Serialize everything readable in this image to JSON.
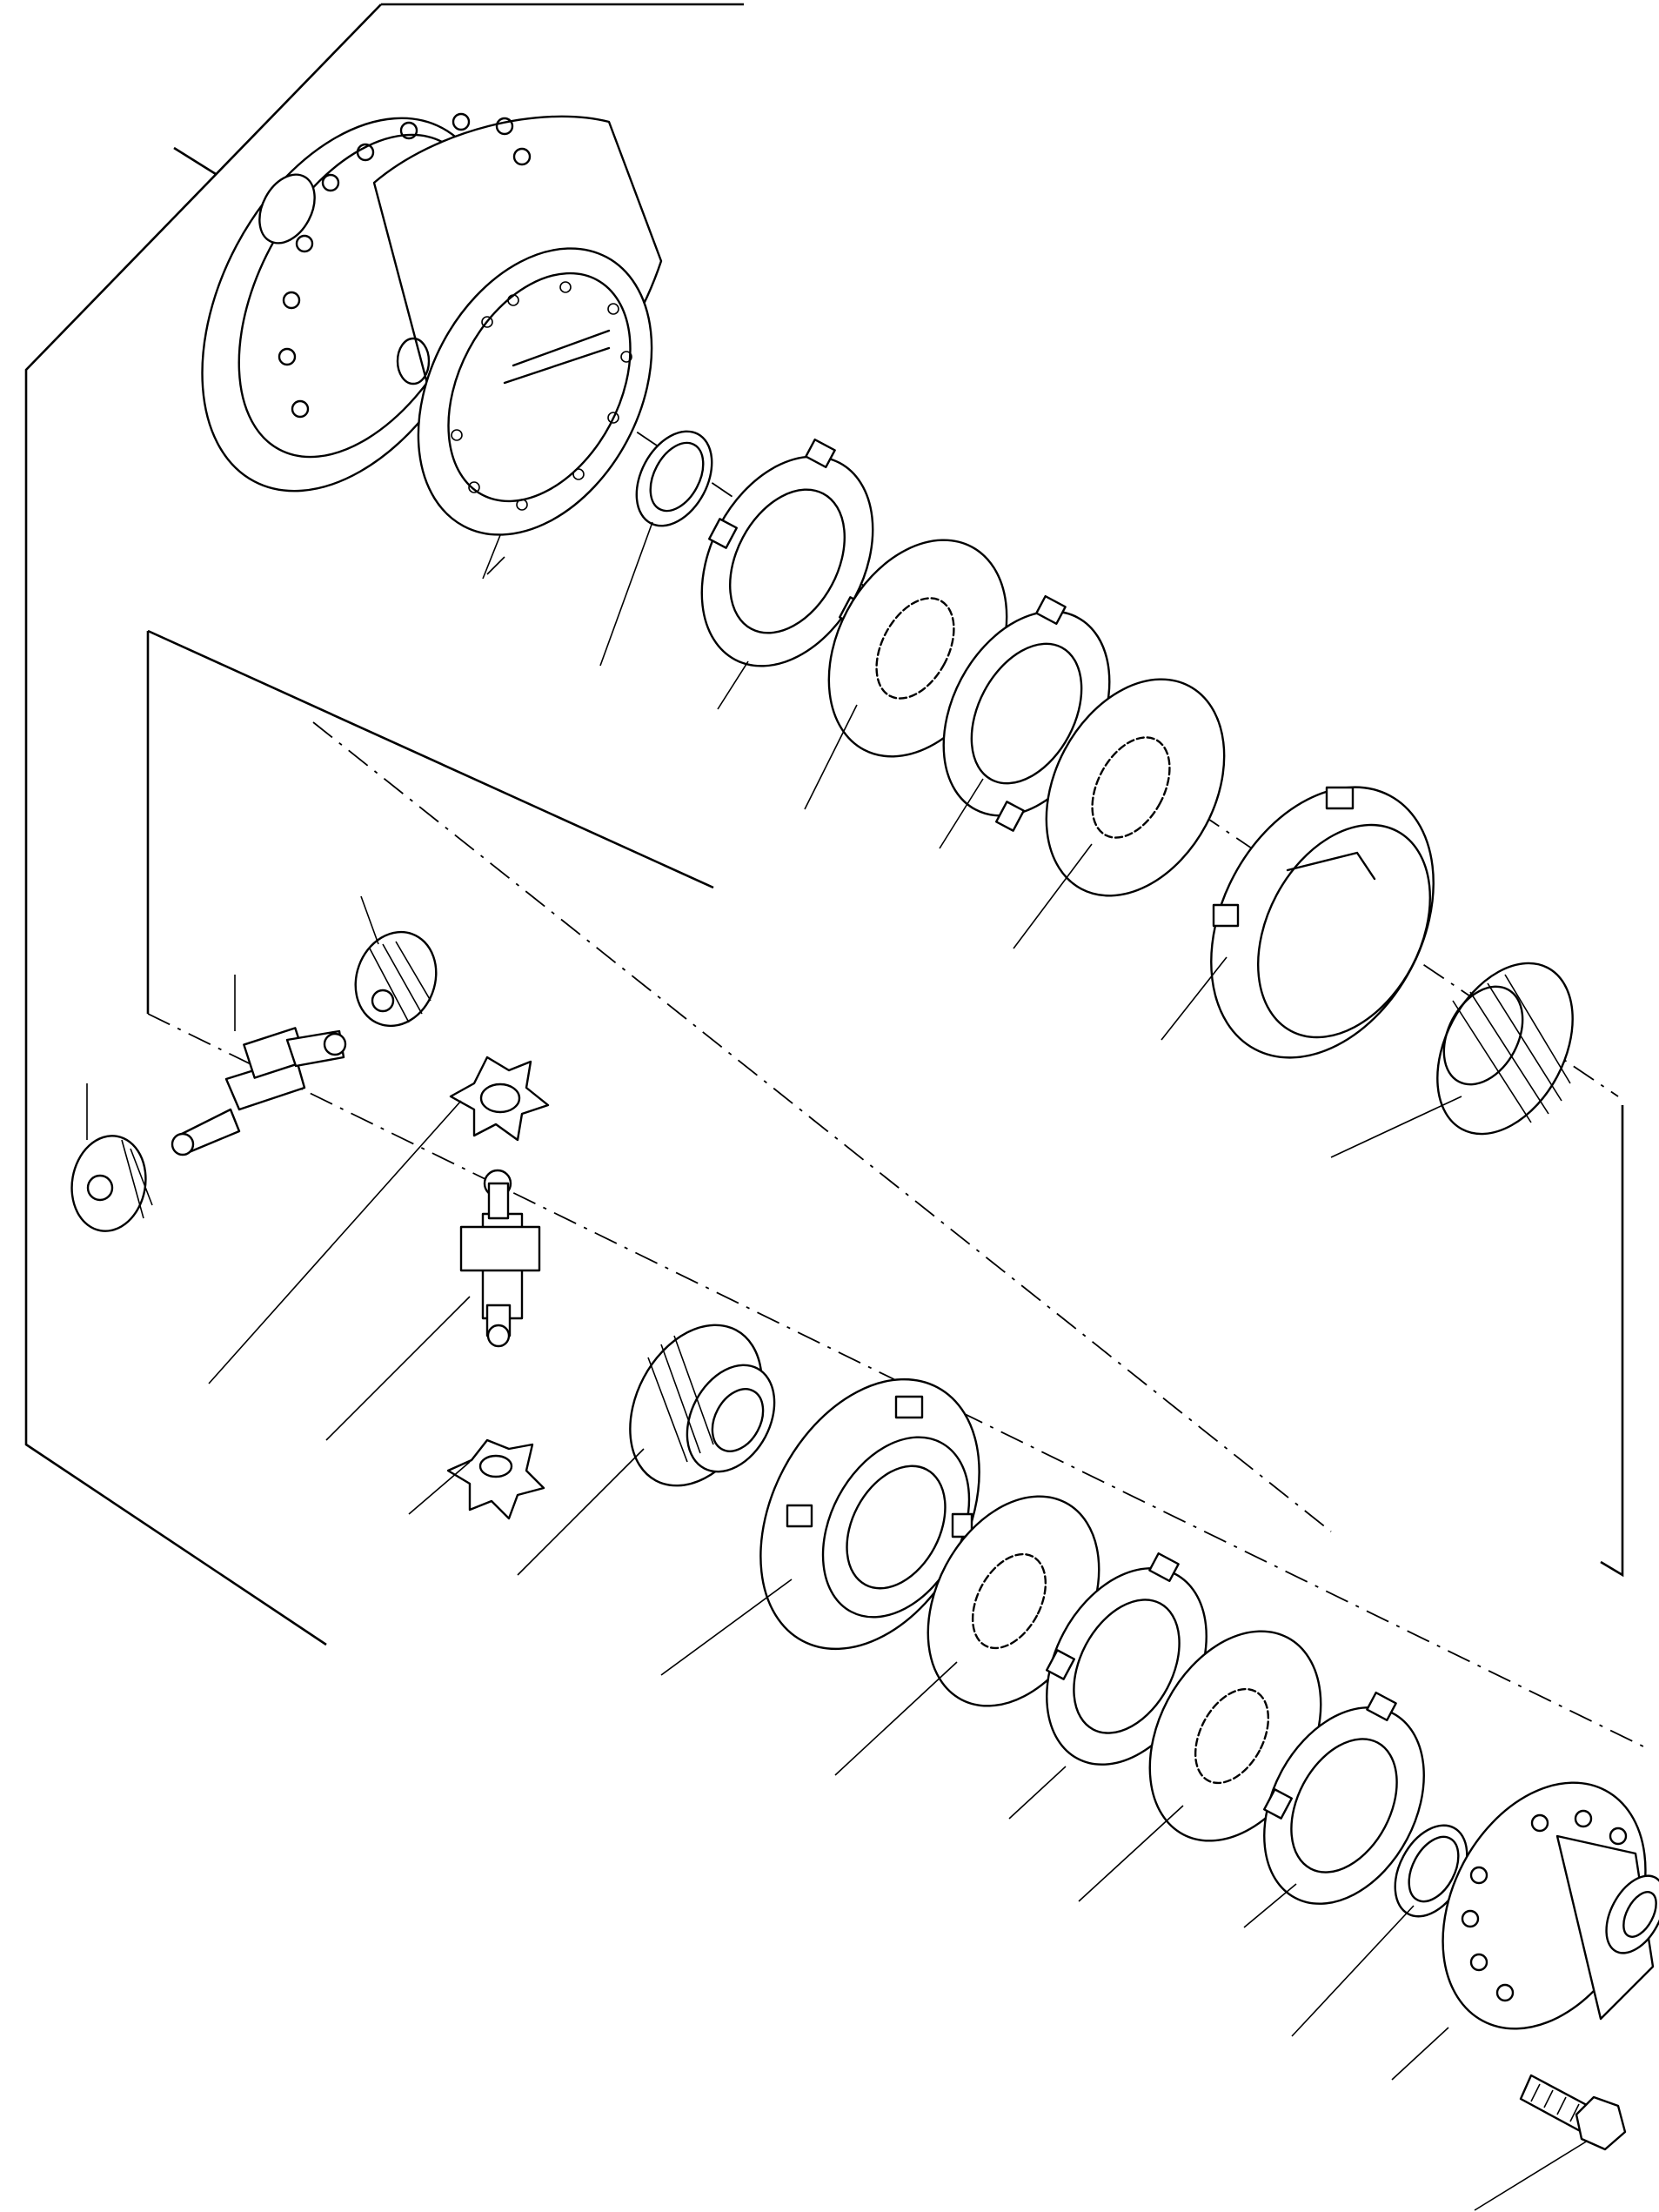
{
  "diagram": {
    "type": "exploded-view",
    "parts": [
      "differential-case-left",
      "thrust-washer-left",
      "tabbed-friction-plate",
      "splined-friction-disc",
      "pressure-ring",
      "side-gear",
      "pinion-gear",
      "pinion-cross-shaft",
      "differential-case-right",
      "bolt"
    ]
  }
}
